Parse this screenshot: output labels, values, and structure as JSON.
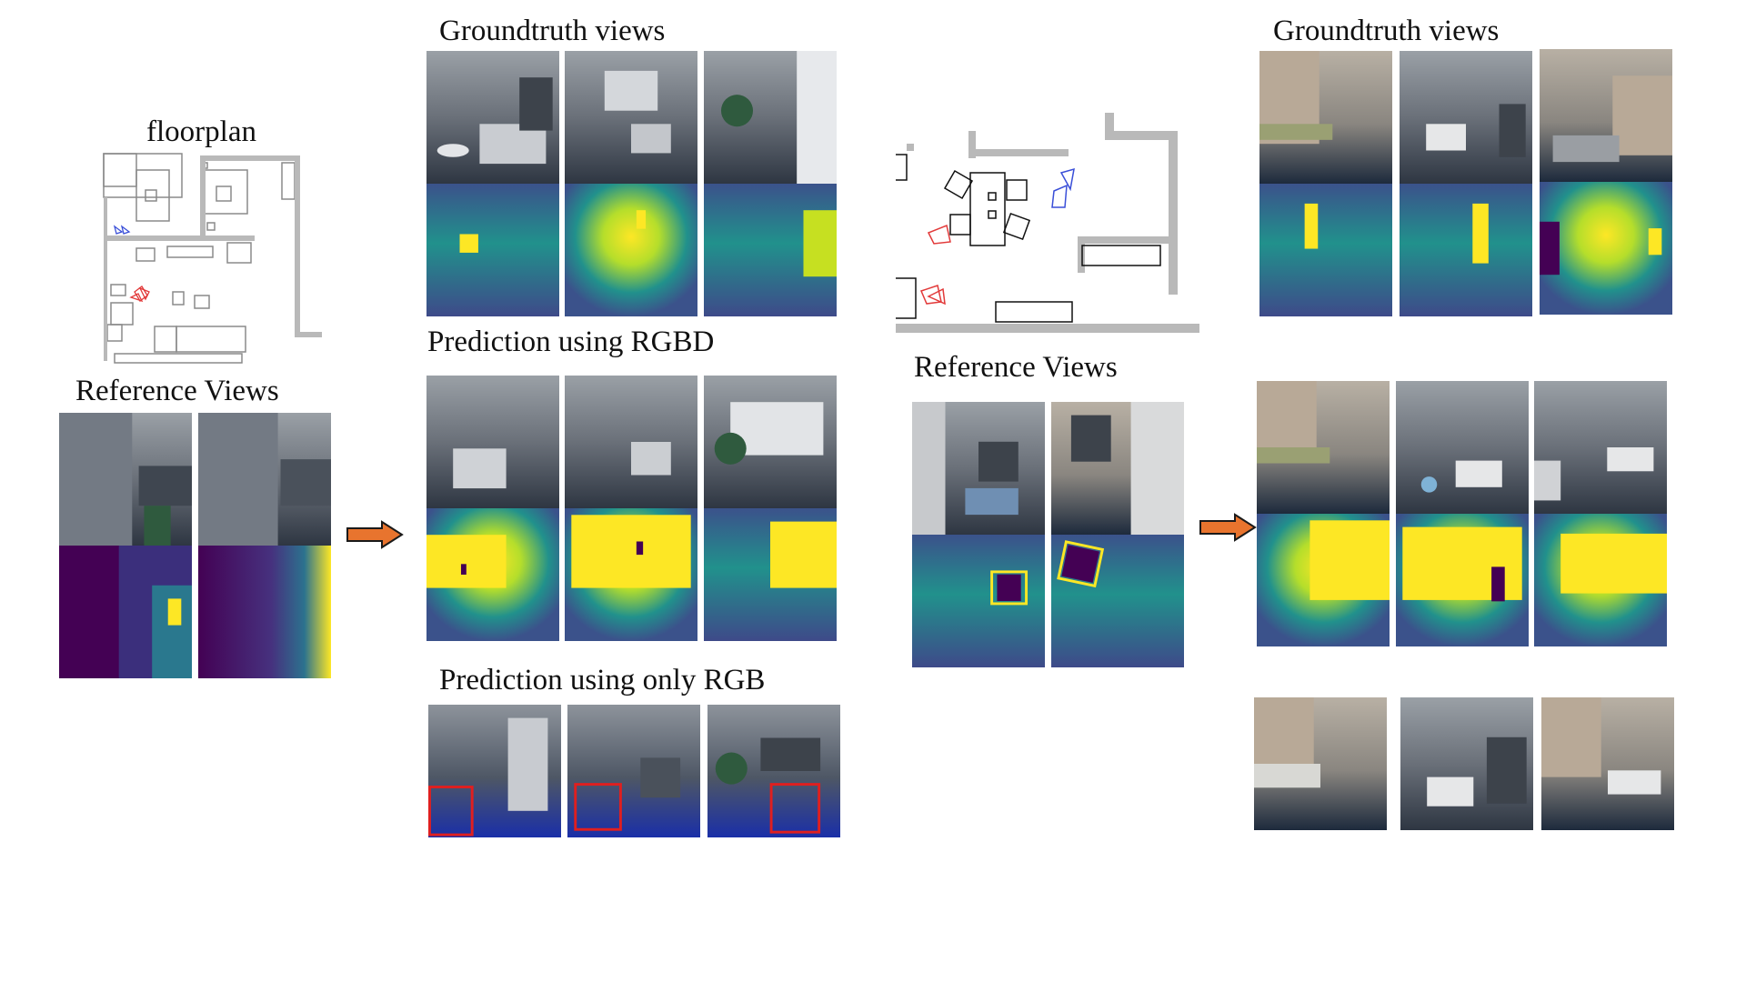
{
  "left": {
    "floorplan_title": "floorplan",
    "reference_title": "Reference Views",
    "groundtruth_title": "Groundtruth views",
    "pred_rgbd_title": "Prediction using RGBD",
    "pred_rgb_title": "Prediction using only RGB"
  },
  "right": {
    "groundtruth_title": "Groundtruth views",
    "reference_title": "Reference Views"
  },
  "colors": {
    "arrow_fill": "#e8742e",
    "arrow_stroke": "#1a1a1a",
    "camera_red": "#e23a3a",
    "camera_blue": "#3a4fd8",
    "highlight_box": "#e01f1f",
    "depth_dark": "#440154",
    "depth_mid": "#21918c",
    "depth_bright": "#fde725"
  }
}
